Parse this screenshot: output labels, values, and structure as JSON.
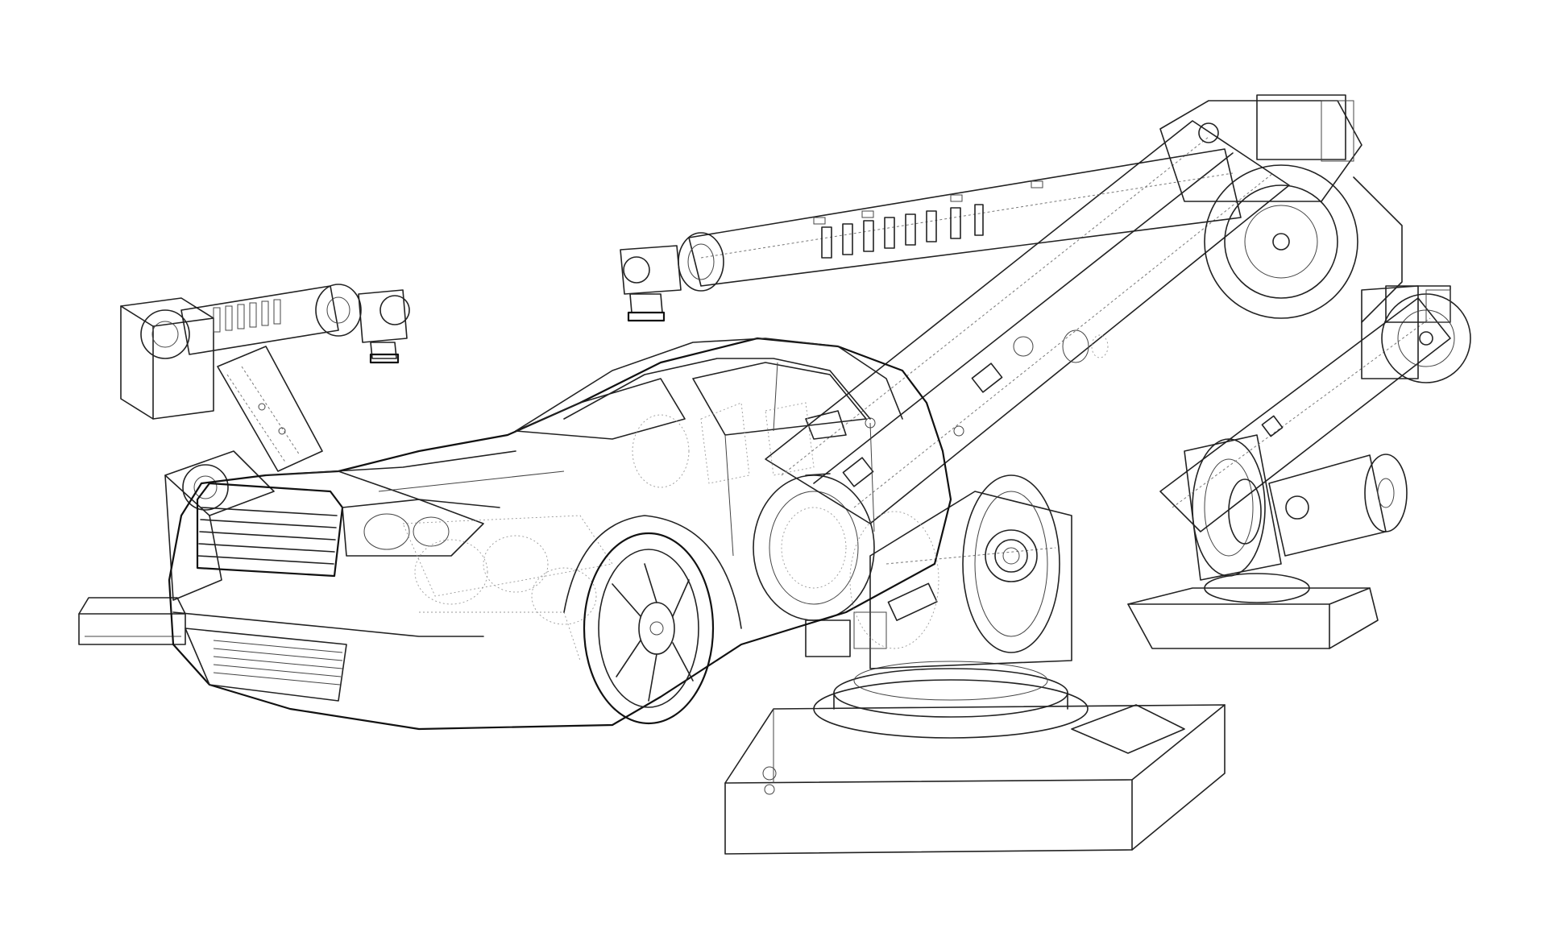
{
  "scene": {
    "style": "wireframe line drawing",
    "ink_color": "#222222",
    "background": "#ffffff",
    "subjects": [
      "car",
      "industrial-robot-arm",
      "industrial-robot-arm",
      "industrial-robot-arm"
    ]
  }
}
